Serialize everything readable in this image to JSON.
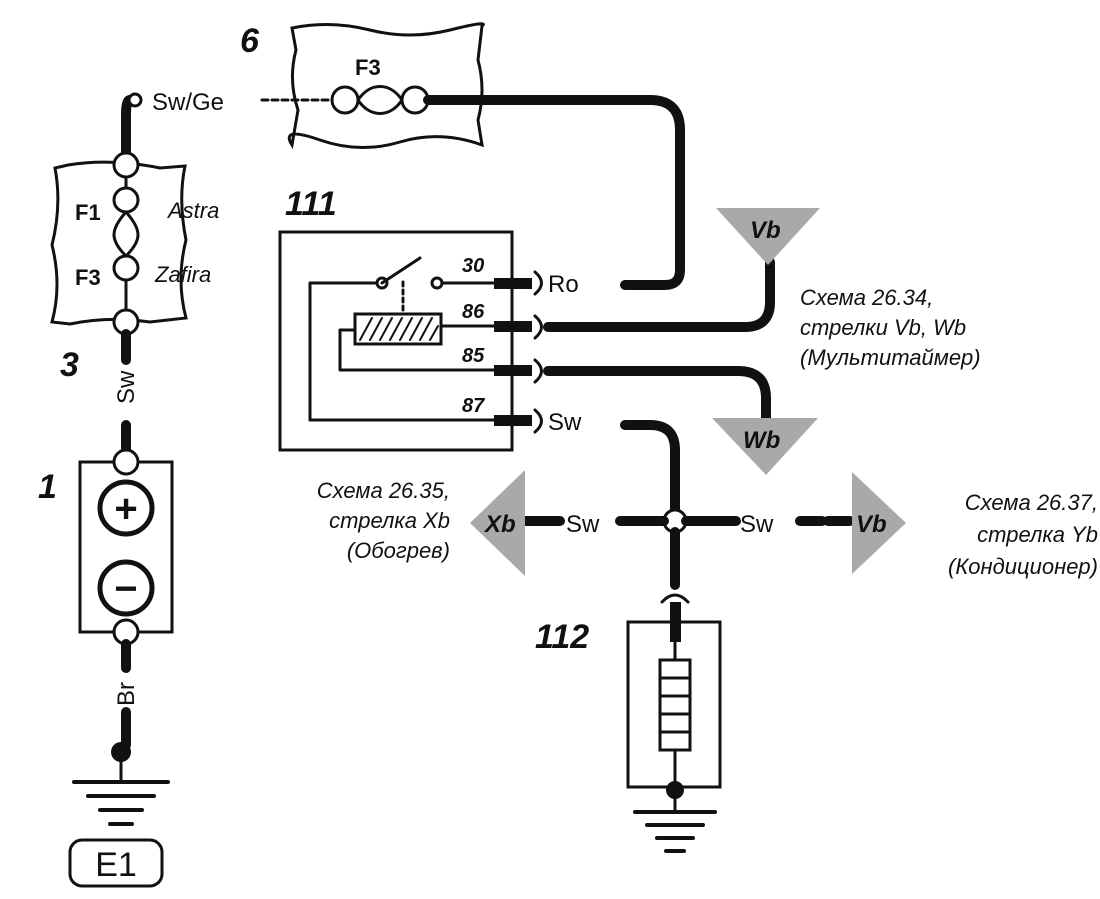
{
  "components": {
    "fuse_box_6": {
      "number": "6",
      "fuse": "F3"
    },
    "fuse_block_3": {
      "number": "3",
      "fuse_top": "F1",
      "fuse_top_model": "Astra",
      "fuse_bottom": "F3",
      "fuse_bottom_model": "Zafira"
    },
    "battery_1": {
      "number": "1",
      "plus": "+",
      "minus": "−"
    },
    "relay_111": {
      "number": "111",
      "pins": [
        "30",
        "86",
        "85",
        "87"
      ]
    },
    "heater_112": {
      "number": "112"
    },
    "ground_e1": {
      "label": "E1"
    }
  },
  "wires": {
    "sw_ge": "Sw/Ge",
    "sw_top": "Sw",
    "br": "Br",
    "ro": "Ro",
    "sw_87": "Sw",
    "sw_left": "Sw",
    "sw_right": "Sw"
  },
  "arrows": {
    "vb_top": "Vb",
    "wb": "Wb",
    "xb": "Xb",
    "vb_right": "Vb"
  },
  "references": {
    "ref_2634": {
      "line1": "Схема 26.34,",
      "line2": "стрелки Vb, Wb",
      "line3": "(Мультитаймер)"
    },
    "ref_2635": {
      "line1": "Схема 26.35,",
      "line2": "стрелка Xb",
      "line3": "(Обогрев)"
    },
    "ref_2637": {
      "line1": "Схема 26.37,",
      "line2": "стрелка Yb",
      "line3": "(Кондиционер)"
    }
  }
}
